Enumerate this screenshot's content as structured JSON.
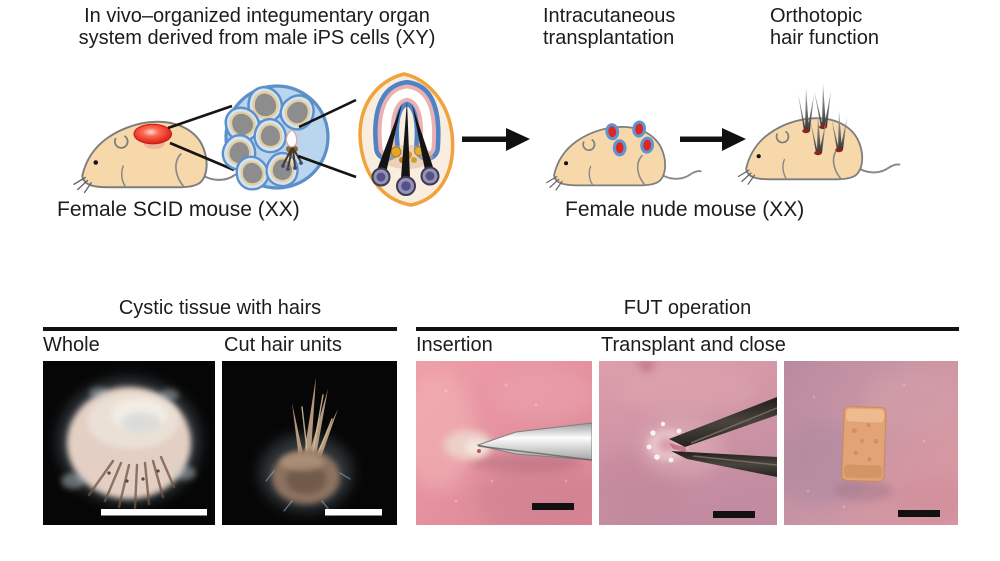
{
  "figure": {
    "top": {
      "step_labels": [
        "In vivo–organized integumentary organ\nsystem derived from male iPS cells (XY)",
        "Intracutaneous\ntransplantation",
        "Orthotopic\nhair function"
      ],
      "source_mouse_label": "Female SCID mouse (XX)",
      "host_mouse_label": "Female nude mouse (XX)"
    },
    "panels": {
      "cystic": {
        "title": "Cystic tissue with hairs",
        "sublabels": [
          "Whole",
          "Cut hair units"
        ]
      },
      "fut": {
        "title": "FUT operation",
        "sublabels": [
          "Insertion",
          "Transplant and close"
        ]
      }
    },
    "illustrations": [
      "scid-mouse-with-transplant-patch",
      "cyst-cluster-magnified-circle",
      "hair-follicle-organ-unit",
      "arrow-right",
      "nude-mouse-with-grafts",
      "arrow-right",
      "mouse-with-orthotopic-hair"
    ],
    "colors": {
      "mouse_body": "#f6d8ab",
      "mouse_outline": "#7d7d7d",
      "circle_fill": "#b9d6ee",
      "circle_stroke": "#5d8fc9",
      "cyst_gray": "#8d8d8d",
      "cyst_rim_tan": "#e3cf9e",
      "egg_stroke_orange": "#f0a23c",
      "egg_fill": "#f8edde",
      "arch_blue": "#4f83c6",
      "arch_pink": "#ecb0b2",
      "follicle_bulb_purple": "#55518a",
      "gland_yellow": "#e2a42c",
      "graft_dot_red": "#e3251f",
      "arrow_black": "#111111",
      "photo_background_black": "#060606",
      "skin_pink": "#ea98a3",
      "skin_mauve": "#c48fa0",
      "scale_bar_white": "#ffffff",
      "scale_bar_black": "#111111"
    }
  }
}
